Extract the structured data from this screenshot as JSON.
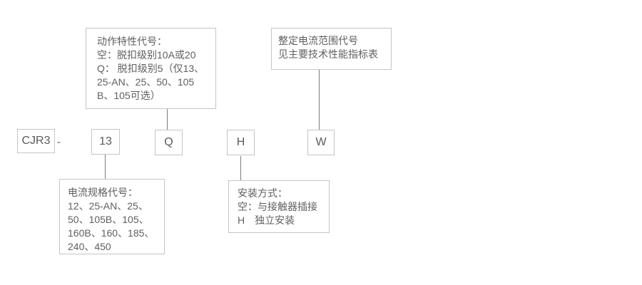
{
  "diagram": {
    "title_semantic": "CJR3 model designation diagram",
    "model_row": {
      "prefix": "CJR3",
      "separator": "-",
      "codes": [
        "13",
        "Q",
        "H",
        "W"
      ]
    },
    "callouts": {
      "action_characteristic": {
        "lines": [
          "动作特性代号：",
          "空：脱扣级别10A或20",
          "Q： 脱扣级别5（仅13、",
          "25-AN、25、50、105",
          "B、105可选）"
        ]
      },
      "current_range": {
        "lines": [
          "整定电流范围代号",
          "见主要技术性能指标表"
        ]
      },
      "current_spec": {
        "lines": [
          "电流规格代号：",
          "12、25-AN、25、",
          "50、105B、105、",
          "160B、160、185、",
          "240、450"
        ]
      },
      "mounting": {
        "lines": [
          "安装方式：",
          "空：与接触器插接",
          "H　独立安装"
        ]
      }
    },
    "colors": {
      "background": "#ffffff",
      "box_border": "#c5c5c5",
      "text": "#5f5f5f",
      "connector_line": "#7d7d7d"
    }
  }
}
